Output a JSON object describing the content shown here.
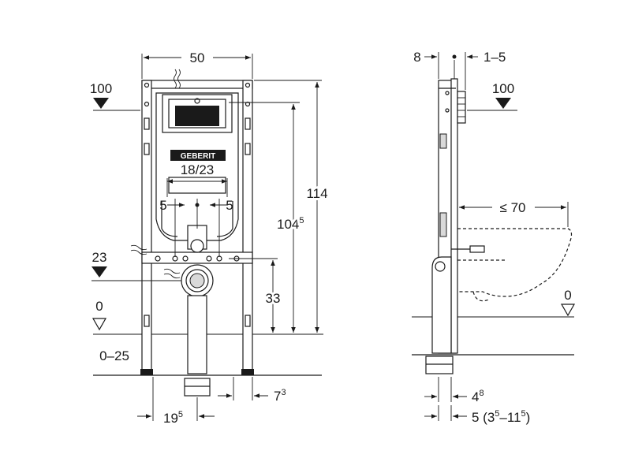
{
  "front_view": {
    "width_dim": "50",
    "level_100": "100",
    "level_23": "23",
    "level_0": "0",
    "adjust_range": "0–25",
    "brand": "GEBERIT",
    "bolt_spacing": "18/23",
    "offset_left": "5",
    "offset_right": "5",
    "height_total": "114",
    "height_actuator": "104",
    "height_actuator_sup": "5",
    "height_drain": "33",
    "drain_offset": "19",
    "drain_offset_sup": "5",
    "foot_offset": "7",
    "foot_offset_sup": "3"
  },
  "side_view": {
    "depth_top": "8",
    "plate_range": "1–5",
    "level_100": "100",
    "bowl_depth": "≤ 70",
    "level_0": "0",
    "bottom_offset": "4",
    "bottom_offset_sup": "8",
    "wall_depth_main": "5 (3",
    "wall_depth_sup1": "5",
    "wall_depth_dash": "–11",
    "wall_depth_sup2": "5",
    "wall_depth_close": ")"
  }
}
